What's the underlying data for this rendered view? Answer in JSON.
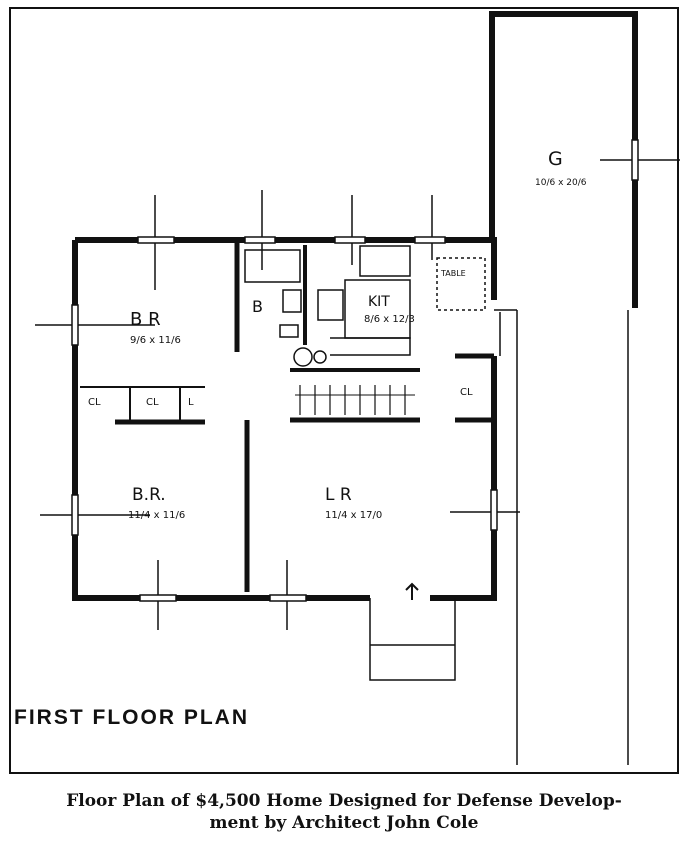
{
  "plan": {
    "title": "FIRST FLOOR PLAN",
    "rooms": {
      "bedroom1": {
        "name": "B R",
        "dims": "9/6 x 11/6"
      },
      "bedroom2": {
        "name": "B.R.",
        "dims": "11/4 x 11/6"
      },
      "living": {
        "name": "L R",
        "dims": "11/4 x 17/0"
      },
      "kitchen": {
        "name": "KIT",
        "dims": "8/6 x 12/3"
      },
      "bath": {
        "name": "B"
      },
      "garage": {
        "name": "G",
        "dims": "10/6 x 20/6"
      },
      "table": {
        "name": "TABLE"
      },
      "closet1": {
        "name": "CL"
      },
      "closet2": {
        "name": "CL"
      },
      "linen": {
        "name": "L"
      },
      "coat_closet": {
        "name": "CL"
      }
    }
  },
  "caption": {
    "line1": "Floor Plan of $4,500 Home Designed for Defense Develop-",
    "line2": "ment by Architect John Cole"
  }
}
